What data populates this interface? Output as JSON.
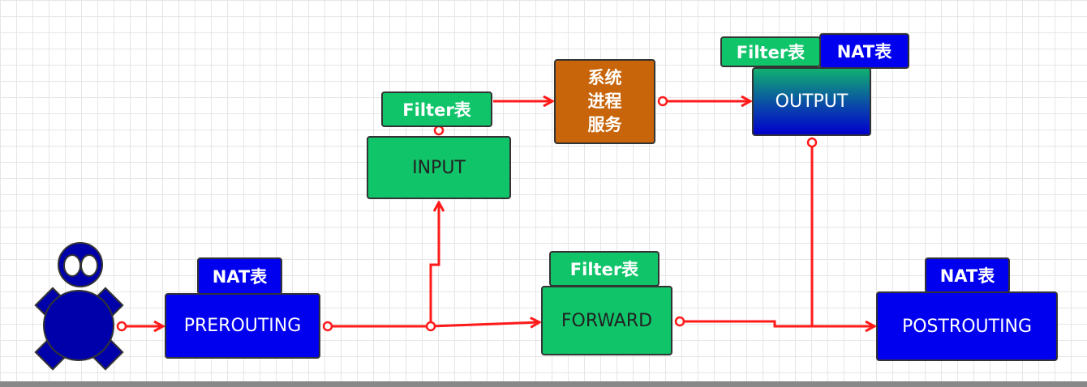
{
  "diagram": {
    "prerouting": {
      "label": "PREROUTING",
      "tag": "NAT表"
    },
    "input": {
      "label": "INPUT",
      "tag": "Filter表"
    },
    "process": {
      "label": "系统\n进程\n服务",
      "lines": [
        "系统",
        "进程",
        "服务"
      ]
    },
    "output": {
      "label": "OUTPUT",
      "tags": [
        "Filter表",
        "NAT表"
      ]
    },
    "forward": {
      "label": "FORWARD",
      "tag": "Filter表"
    },
    "postrouting": {
      "label": "POSTROUTING",
      "tag": "NAT表"
    }
  },
  "colors": {
    "nat": "#0000ee",
    "filter": "#10c46a",
    "process": "#c8650a",
    "arrow": "#ff1a1a"
  }
}
